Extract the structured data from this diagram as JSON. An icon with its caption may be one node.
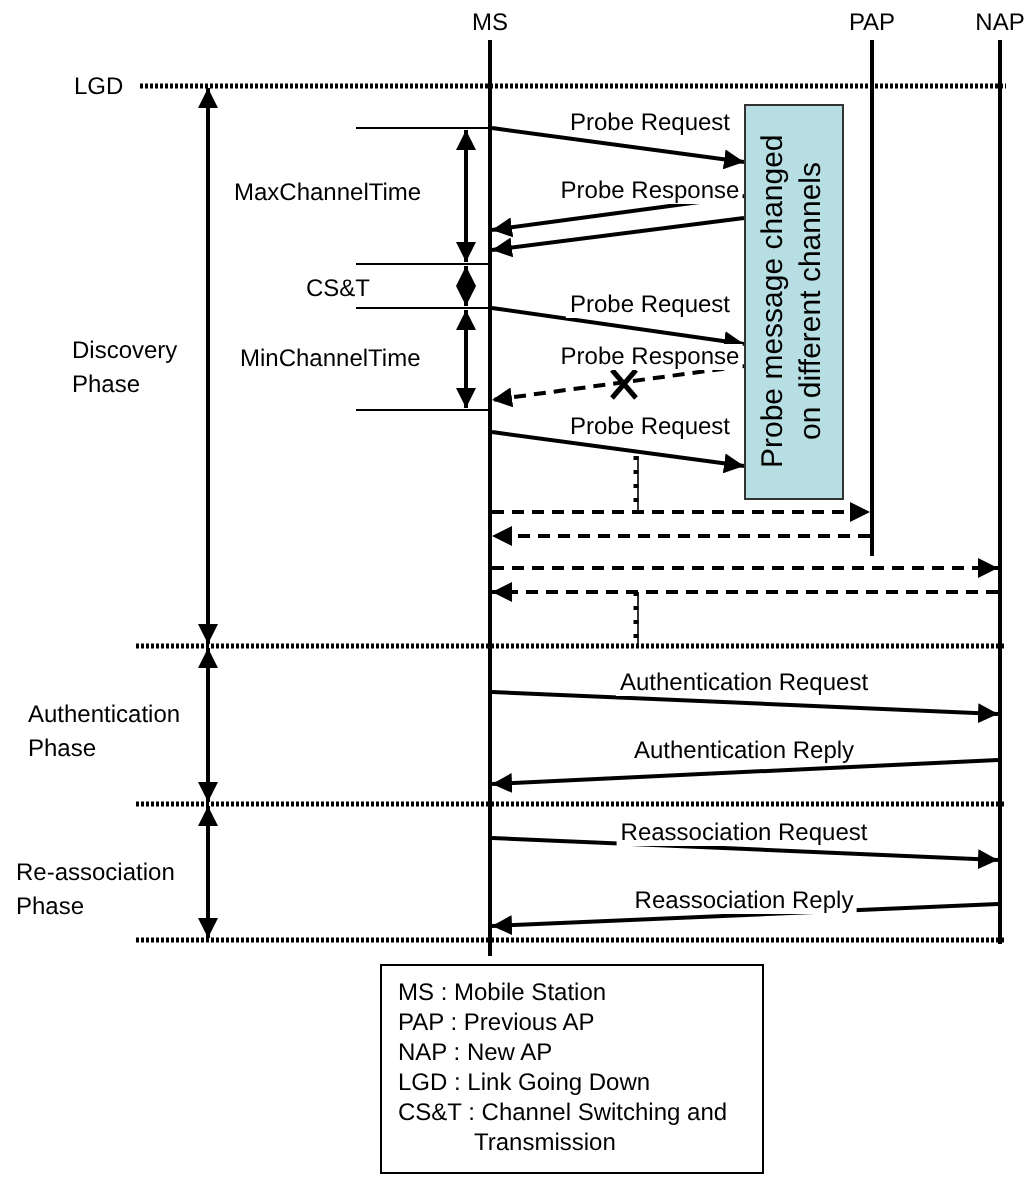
{
  "diagram": {
    "nodes": [
      {
        "text": [
          "MS"
        ]
      },
      {
        "text": [
          "PAP"
        ]
      },
      {
        "text": [
          "NAP"
        ]
      },
      {
        "text": [
          "Probe message changed on different channels"
        ]
      },
      {
        "text": [
          "MS : Mobile Station",
          "PAP : Previous AP",
          "NAP : New AP",
          "LGD : Link Going Down",
          "CS&T : Channel Switching and Transmission"
        ]
      }
    ],
    "edges": [
      {
        "from": 0,
        "to": 3,
        "arrow": "to",
        "label": "Probe Request"
      },
      {
        "from": 3,
        "to": 0,
        "arrow": "to",
        "label": "Probe Response"
      },
      {
        "from": 3,
        "to": 0,
        "arrow": "to"
      },
      {
        "from": 0,
        "to": 3,
        "arrow": "to",
        "label": "Probe Request"
      },
      {
        "from": 3,
        "to": 0,
        "arrow": "to",
        "label": "Probe Response",
        "style": "dashed"
      },
      {
        "from": 0,
        "to": 3,
        "arrow": "to",
        "label": "Probe Request"
      },
      {
        "from": 0,
        "to": 1,
        "arrow": "to",
        "style": "dashed"
      },
      {
        "from": 1,
        "to": 0,
        "arrow": "to",
        "style": "dashed"
      },
      {
        "from": 0,
        "to": 2,
        "arrow": "to",
        "style": "dashed"
      },
      {
        "from": 2,
        "to": 0,
        "arrow": "to",
        "style": "dashed"
      },
      {
        "from": 0,
        "to": 2,
        "arrow": "to",
        "label": "Authentication Request"
      },
      {
        "from": 2,
        "to": 0,
        "arrow": "to",
        "label": "Authentication Reply"
      },
      {
        "from": 0,
        "to": 2,
        "arrow": "to",
        "label": "Reassociation Request"
      },
      {
        "from": 2,
        "to": 0,
        "arrow": "to",
        "label": "Reassociation Reply"
      }
    ],
    "labels": [
      "LGD",
      "MaxChannelTime",
      "CS&T",
      "MinChannelTime",
      "Discovery Phase",
      "Authentication Phase",
      "Re-association Phase"
    ]
  }
}
